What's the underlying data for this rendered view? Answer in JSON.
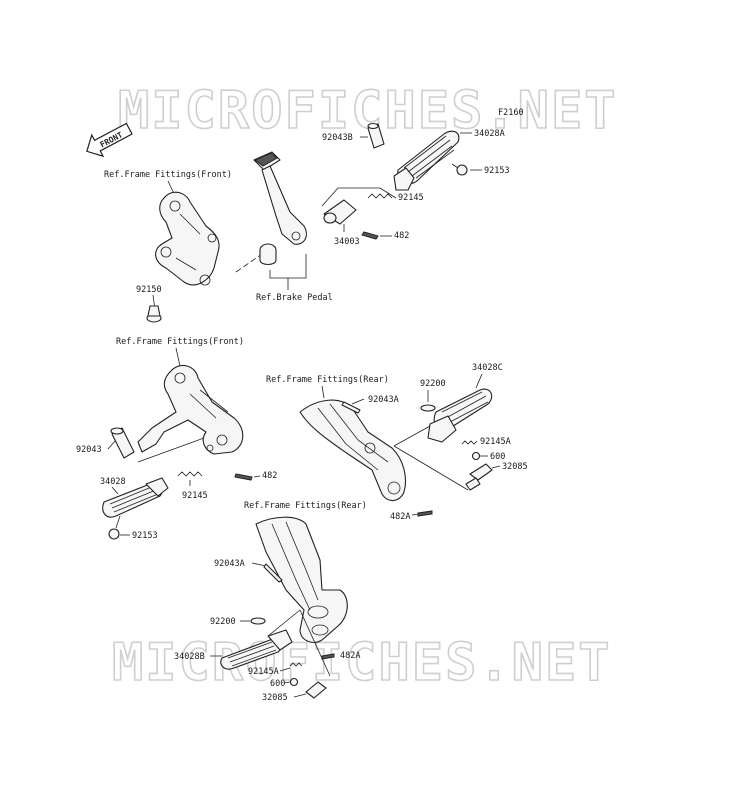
{
  "watermark": "MICROFICHES.NET",
  "front_badge": "FRONT",
  "diagram_code": "F2160",
  "refs": {
    "frame_front_1": "Ref.Frame Fittings(Front)",
    "frame_front_2": "Ref.Frame Fittings(Front)",
    "frame_rear_1": "Ref.Frame Fittings(Rear)",
    "frame_rear_2": "Ref.Frame Fittings(Rear)",
    "brake_pedal": "Ref.Brake Pedal"
  },
  "parts": {
    "p92043B": "92043B",
    "p34028A": "34028A",
    "p92153_a": "92153",
    "p92145_a": "92145",
    "p482_a": "482",
    "p34003": "34003",
    "p92150": "92150",
    "p92043": "92043",
    "p34028": "34028",
    "p92145_b": "92145",
    "p482_b": "482",
    "p92153_b": "92153",
    "p34028C": "34028C",
    "p92200_a": "92200",
    "p92043A_a": "92043A",
    "p92145A_a": "92145A",
    "p600_a": "600",
    "p32085_a": "32085",
    "p482A_a": "482A",
    "p92043A_b": "92043A",
    "p92200_b": "92200",
    "p34028B": "34028B",
    "p92145A_b": "92145A",
    "p600_b": "600",
    "p32085_b": "32085",
    "p482A_b": "482A"
  }
}
